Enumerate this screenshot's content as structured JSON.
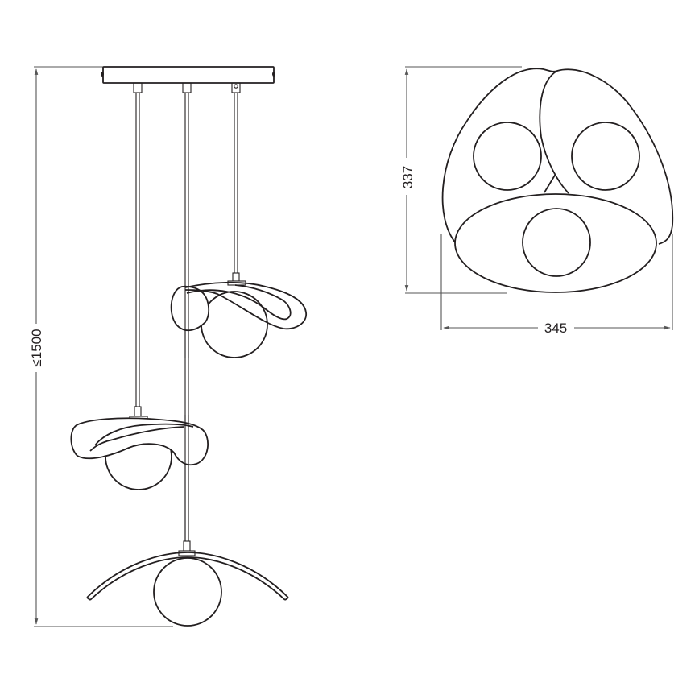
{
  "drawing": {
    "title": "Pendant lamp technical drawing",
    "side_view": {
      "height_label": "≤1500",
      "shades": 3,
      "canopy": "rectangular bar with 3 suspension points"
    },
    "top_view": {
      "depth_label": "337",
      "width_label": "345"
    },
    "units": "mm",
    "colors": {
      "line": "#231f20",
      "dimension": "#555555",
      "background": "#ffffff"
    }
  }
}
